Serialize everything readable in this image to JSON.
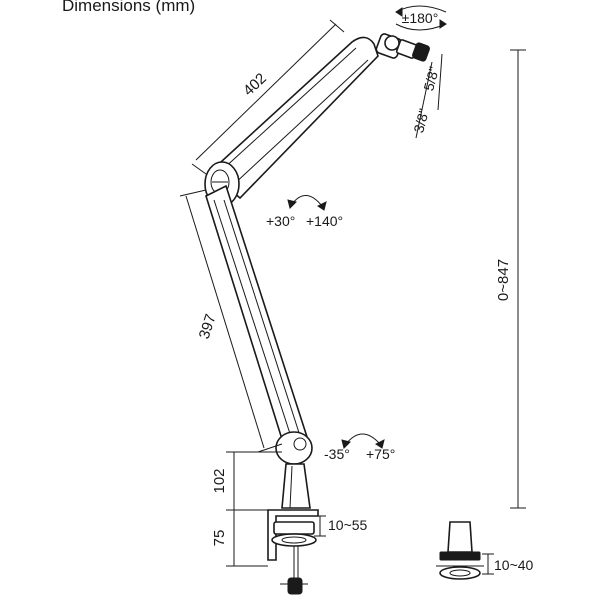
{
  "title": "Dimensions (mm)",
  "labels": {
    "upper_arm_length": "402",
    "lower_arm_length": "397",
    "total_height": "0~847",
    "pole_height": "102",
    "clamp_height": "75",
    "clamp_range": "10~55",
    "grommet_range": "10~40",
    "thread_small": "3/8\"",
    "thread_large": "5/8\"",
    "head_rotation": "±180°",
    "elbow_rotation_a": "+30°",
    "elbow_rotation_b": "+140°",
    "base_rotation_a": "-35°",
    "base_rotation_b": "+75°"
  }
}
